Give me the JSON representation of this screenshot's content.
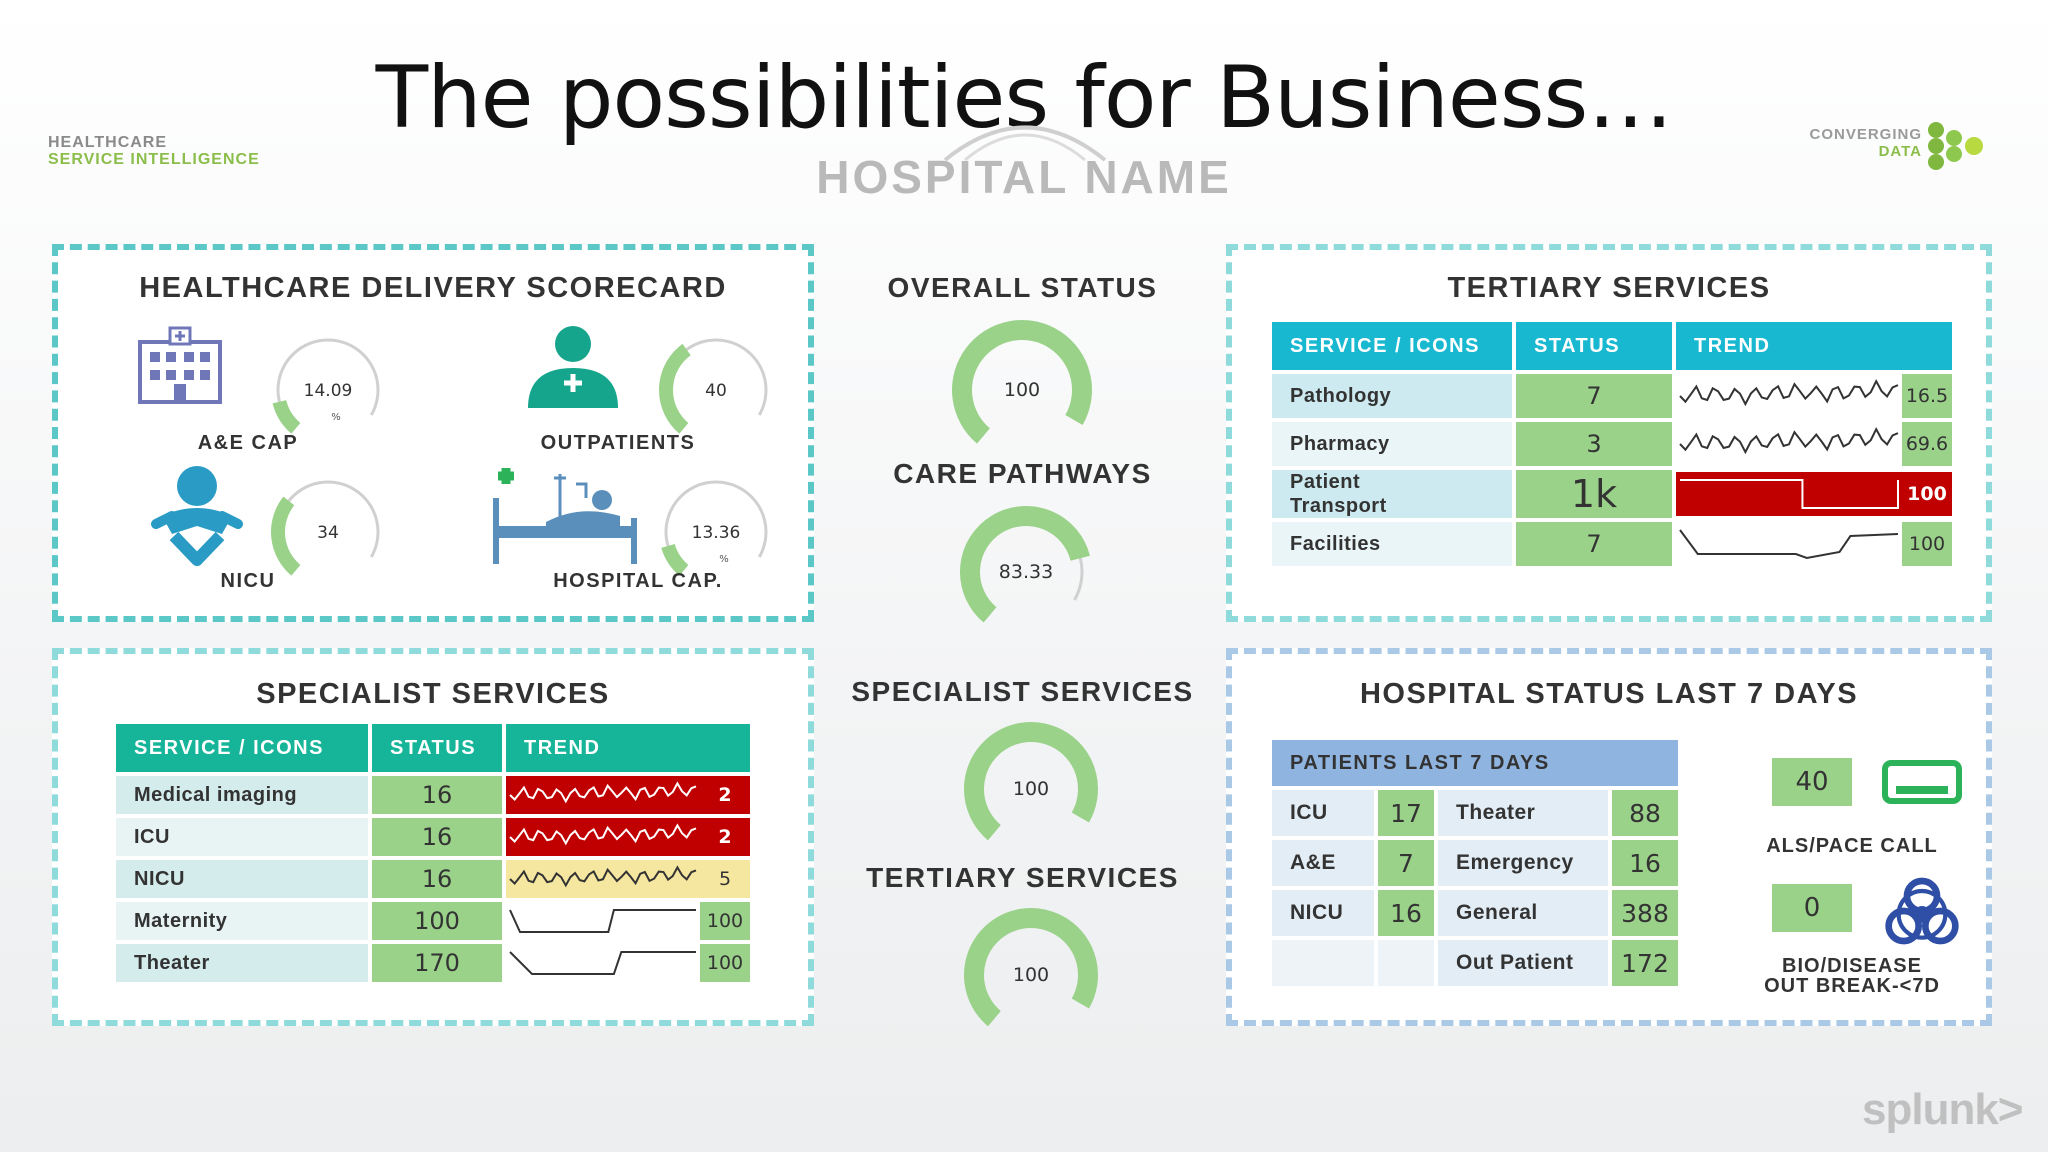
{
  "header": {
    "title": "The possibilities for Business…",
    "hospital_name": "HOSPITAL NAME",
    "left_logo_line1": "HEALTHCARE",
    "left_logo_line2": "SERVICE INTELLIGENCE",
    "right_logo_line1": "CONVERGING",
    "right_logo_line2": "DATA",
    "footer_brand": "splunk>"
  },
  "colors": {
    "accent_teal": "#16b59a",
    "header_cyan": "#19b8d1",
    "gauge_green": "#9bd28a",
    "alert_red": "#c00000",
    "warn_yellow": "#f6e7a0",
    "cell_green": "#9bd28a"
  },
  "scorecard": {
    "title": "HEALTHCARE DELIVERY SCORECARD",
    "items": [
      {
        "label": "A&E CAP",
        "value": "14.09",
        "unit": "%",
        "fraction": 0.14,
        "icon": "hospital-building-icon"
      },
      {
        "label": "OUTPATIENTS",
        "value": "40",
        "unit": "",
        "fraction": 0.4,
        "icon": "doctor-icon"
      },
      {
        "label": "NICU",
        "value": "34",
        "unit": "",
        "fraction": 0.34,
        "icon": "baby-icon"
      },
      {
        "label": "HOSPITAL CAP.",
        "value": "13.36",
        "unit": "%",
        "fraction": 0.13,
        "icon": "hospital-bed-icon"
      }
    ]
  },
  "center": {
    "overall_status": {
      "title": "OVERALL STATUS",
      "value": "100",
      "fraction": 1.0
    },
    "care_pathways": {
      "title": "CARE PATHWAYS",
      "value": "83.33",
      "fraction": 0.83
    },
    "specialist_services": {
      "title": "SPECIALIST SERVICES",
      "value": "100",
      "fraction": 1.0
    },
    "tertiary_services": {
      "title": "TERTIARY SERVICES",
      "value": "100",
      "fraction": 1.0
    }
  },
  "tertiary": {
    "title": "TERTIARY SERVICES",
    "headers": [
      "SERVICE / ICONS",
      "STATUS",
      "TREND"
    ],
    "rows": [
      {
        "service": "Pathology",
        "status": "7",
        "trend_value": "16.5",
        "trend_color": "#9bd28a",
        "style": "noisy"
      },
      {
        "service": "Pharmacy",
        "status": "3",
        "trend_value": "69.6",
        "trend_color": "#9bd28a",
        "style": "noisy"
      },
      {
        "service": "Patient Transport",
        "status": "1k",
        "trend_value": "100",
        "trend_color": "#c00000",
        "style": "step"
      },
      {
        "service": "Facilities",
        "status": "7",
        "trend_value": "100",
        "trend_color": "#9bd28a",
        "style": "flat"
      }
    ]
  },
  "specialist": {
    "title": "SPECIALIST SERVICES",
    "headers": [
      "SERVICE / ICONS",
      "STATUS",
      "TREND"
    ],
    "rows": [
      {
        "service": "Medical imaging",
        "status": "16",
        "trend_value": "2",
        "trend_color": "#c00000",
        "style": "noisy"
      },
      {
        "service": "ICU",
        "status": "16",
        "trend_value": "2",
        "trend_color": "#c00000",
        "style": "noisy"
      },
      {
        "service": "NICU",
        "status": "16",
        "trend_value": "5",
        "trend_color": "#f6e7a0",
        "style": "noisy"
      },
      {
        "service": "Maternity",
        "status": "100",
        "trend_value": "100",
        "trend_color": "#9bd28a",
        "style": "stepup"
      },
      {
        "service": "Theater",
        "status": "170",
        "trend_value": "100",
        "trend_color": "#9bd28a",
        "style": "dip"
      }
    ]
  },
  "hospital_status": {
    "title": "HOSPITAL STATUS LAST 7 DAYS",
    "table_header": "PATIENTS LAST 7 DAYS",
    "rows": [
      {
        "a_label": "ICU",
        "a_value": "17",
        "b_label": "Theater",
        "b_value": "88"
      },
      {
        "a_label": "A&E",
        "a_value": "7",
        "b_label": "Emergency",
        "b_value": "16"
      },
      {
        "a_label": "NICU",
        "a_value": "16",
        "b_label": "General",
        "b_value": "388"
      },
      {
        "a_label": "",
        "a_value": "",
        "b_label": "Out Patient",
        "b_value": "172"
      }
    ],
    "als_value": "40",
    "als_label": "ALS/PACE CALL",
    "bio_value": "0",
    "bio_label_line1": "BIO/DISEASE",
    "bio_label_line2": "OUT BREAK-<7D"
  }
}
